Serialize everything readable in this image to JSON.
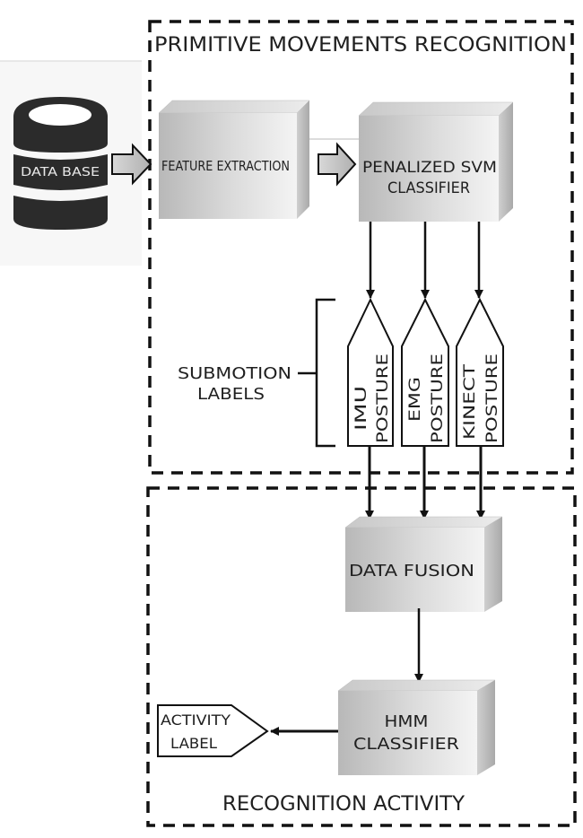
{
  "groups": {
    "primitive": {
      "title": "PRIMITIVE MOVEMENTS RECOGNITION"
    },
    "recognition": {
      "title": "RECOGNITION ACTIVITY"
    }
  },
  "nodes": {
    "database": {
      "label": "DATA BASE",
      "icon": "database-icon"
    },
    "feature_extraction": {
      "label": "FEATURE EXTRACTION"
    },
    "svm": {
      "line1": "PENALIZED SVM",
      "line2": "CLASSIFIER"
    },
    "data_fusion": {
      "label": "DATA FUSION"
    },
    "hmm": {
      "line1": "HMM",
      "line2": "CLASSIFIER"
    }
  },
  "submotion": {
    "caption_line1": "SUBMOTION",
    "caption_line2": "LABELS",
    "labels": [
      {
        "line1": "IMU",
        "line2": "POSTURE"
      },
      {
        "line1": "EMG",
        "line2": "POSTURE"
      },
      {
        "line1": "KINECT",
        "line2": "POSTURE"
      }
    ]
  },
  "output": {
    "line1": "ACTIVITY",
    "line2": "LABEL"
  },
  "edges": [
    {
      "from": "database",
      "to": "feature_extraction",
      "style": "block-arrow"
    },
    {
      "from": "feature_extraction",
      "to": "svm",
      "style": "block-arrow"
    },
    {
      "from": "svm",
      "to": "IMU POSTURE",
      "style": "line-arrow"
    },
    {
      "from": "svm",
      "to": "EMG POSTURE",
      "style": "line-arrow"
    },
    {
      "from": "svm",
      "to": "KINECT POSTURE",
      "style": "line-arrow"
    },
    {
      "from": "IMU POSTURE",
      "to": "data_fusion",
      "style": "line-arrow"
    },
    {
      "from": "EMG POSTURE",
      "to": "data_fusion",
      "style": "line-arrow"
    },
    {
      "from": "KINECT POSTURE",
      "to": "data_fusion",
      "style": "line-arrow"
    },
    {
      "from": "data_fusion",
      "to": "hmm",
      "style": "line-arrow"
    },
    {
      "from": "hmm",
      "to": "activity_label",
      "style": "line-arrow"
    }
  ]
}
